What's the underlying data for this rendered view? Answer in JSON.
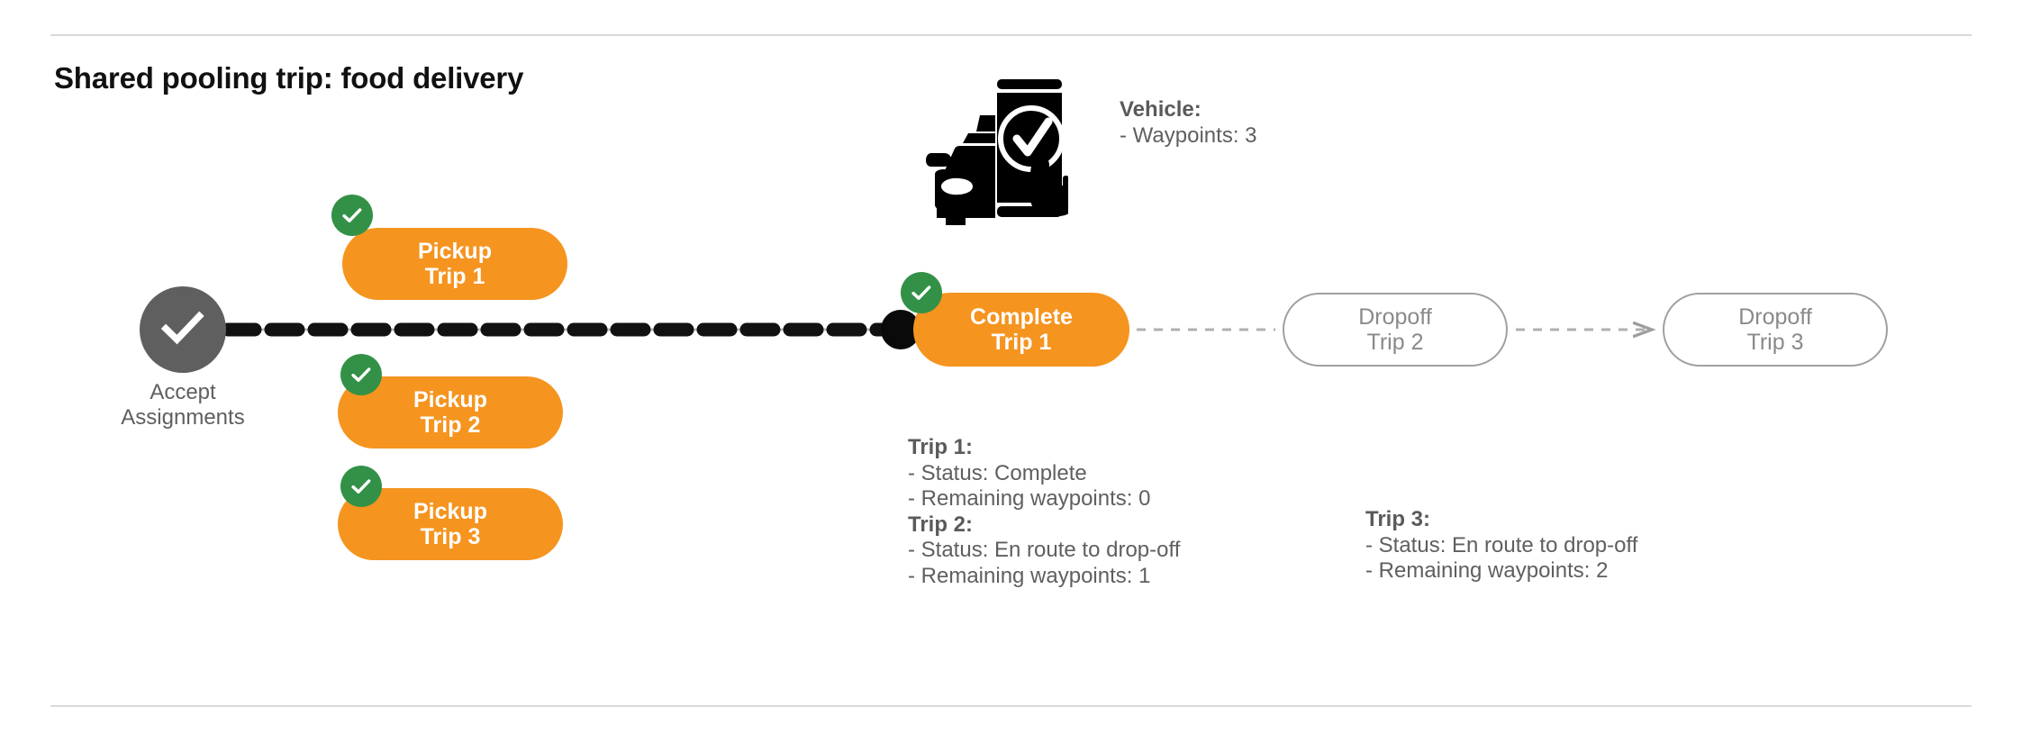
{
  "page": {
    "title": "Shared pooling trip: food delivery",
    "colors": {
      "orange": "#F5941F",
      "green": "#339147",
      "gray_node": "#5f5f5f",
      "gray_text": "#5f5f5f",
      "outline_gray": "#a0a0a0",
      "divider": "#d9d9d9",
      "black": "#000000"
    }
  },
  "flow": {
    "accept": {
      "label_line_1": "Accept",
      "label_line_2": "Assignments",
      "icon": "check-circle-icon"
    },
    "pickups": [
      {
        "line1": "Pickup",
        "line2": "Trip 1",
        "completed": true
      },
      {
        "line1": "Pickup",
        "line2": "Trip 2",
        "completed": true
      },
      {
        "line1": "Pickup",
        "line2": "Trip 3",
        "completed": true
      }
    ],
    "complete": {
      "line1": "Complete",
      "line2": "Trip 1",
      "completed": true
    },
    "dropoffs": [
      {
        "line1": "Dropoff",
        "line2": "Trip 2",
        "completed": false
      },
      {
        "line1": "Dropoff",
        "line2": "Trip 3",
        "completed": false
      }
    ]
  },
  "vehicle": {
    "icon": "car-phone-check-icon",
    "heading": "Vehicle:",
    "waypoints_line": "- Waypoints: 3",
    "waypoints": 3
  },
  "trips": [
    {
      "heading": "Trip 1:",
      "status_line": "- Status:  Complete",
      "waypoints_line": "- Remaining waypoints: 0",
      "status": "Complete",
      "remaining_waypoints": 0
    },
    {
      "heading": "Trip 2:",
      "status_line": "- Status:  En route to drop-off",
      "waypoints_line": "- Remaining waypoints: 1",
      "status": "En route to drop-off",
      "remaining_waypoints": 1
    },
    {
      "heading": "Trip 3:",
      "status_line": "- Status:  En route to drop-off",
      "waypoints_line": "- Remaining waypoints: 2",
      "status": "En route to drop-off",
      "remaining_waypoints": 2
    }
  ]
}
